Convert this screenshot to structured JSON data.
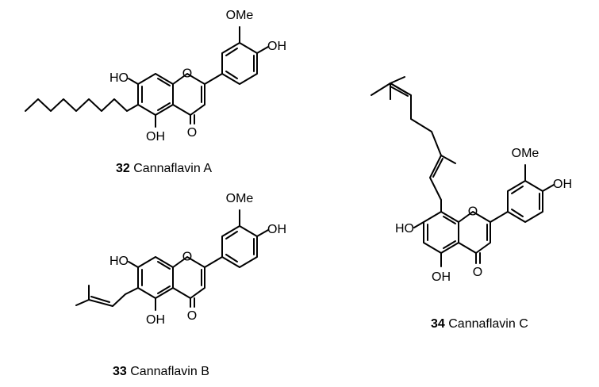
{
  "compounds": [
    {
      "number": "32",
      "name": "Cannaflavin A",
      "atom_labels": {
        "ome": "OMe",
        "oh_top": "OH",
        "ho_left": "HO",
        "ring_o": "O",
        "oh_bottom": "OH",
        "carbonyl_o": "O"
      }
    },
    {
      "number": "33",
      "name": "Cannaflavin B",
      "atom_labels": {
        "ome": "OMe",
        "oh_top": "OH",
        "ho_left": "HO",
        "ring_o": "O",
        "oh_bottom": "OH",
        "carbonyl_o": "O"
      }
    },
    {
      "number": "34",
      "name": "Cannaflavin C",
      "atom_labels": {
        "ome": "OMe",
        "oh_top": "OH",
        "ho_left": "HO",
        "ring_o": "O",
        "oh_bottom": "OH",
        "carbonyl_o": "O"
      }
    }
  ]
}
